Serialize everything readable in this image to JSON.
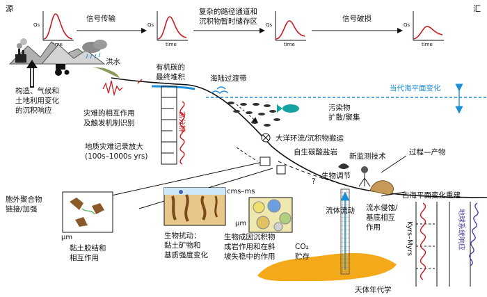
{
  "header": {
    "source": "源",
    "sink": "汇",
    "transfer": "信号传输",
    "storage_line1": "复杂的路径通道和",
    "storage_line2": "沉积物暂时储存区",
    "damage": "信号破损"
  },
  "mini_plot": {
    "y_label": "Qs",
    "x_label": "time"
  },
  "labels": {
    "flood": "洪水",
    "final_store_1": "有机碳的",
    "final_store_2": "最终堆积",
    "transition": "海陆过渡带",
    "sea_level_now": "当代海平面变化",
    "pollutant_1": "污染物",
    "pollutant_2": "扩散/聚集",
    "response_1": "构造、气候和",
    "response_2": "土地利用变化",
    "response_3": "的沉积响应",
    "disaster_1": "灾难的相互作用",
    "disaster_2": "及触发机制识别",
    "hazard_record": "高分辨",
    "amplify_1": "地质灾难记录放大",
    "amplify_2": "(100s–1000s yrs)",
    "ocean": "大洋环流/沉积物搬运",
    "salt": "自生碳酸盐岩",
    "new_tech": "新监测技术",
    "process": "过程—产物",
    "paleo": "古海平面变化重建",
    "cms": "cms–ms",
    "um1": "μm",
    "um2": "μm",
    "eps_1": "胞外聚合物",
    "eps_2": "链接/加强",
    "clay_1": "黏土胶结和",
    "clay_2": "相互作用",
    "bio_1": "生物扰动：",
    "bio_2": "黏土矿物和",
    "bio_3": "基质强度变化",
    "bioseds_1": "生物成因沉积物",
    "bioseds_2": "成岩作用和在斜",
    "bioseds_3": "坡失稳中的作用",
    "bioreg": "生物调节",
    "question": "?",
    "fluid": "流体流动",
    "co2_1": "CO₂",
    "co2_2": "贮存",
    "erosion_1": "流水侵蚀/",
    "erosion_2": "基底相互",
    "erosion_3": "作用",
    "kyrs": "Kyrs–Myrs",
    "earth": "地球系统响应",
    "astro": "天体年代学"
  },
  "colors": {
    "signal_red": "#c8191e",
    "sea_blue": "#1a8ed8",
    "purple": "#4a3aa0",
    "co2_yellow": "#f4a91b",
    "flood_green": "#8a9a5a"
  }
}
